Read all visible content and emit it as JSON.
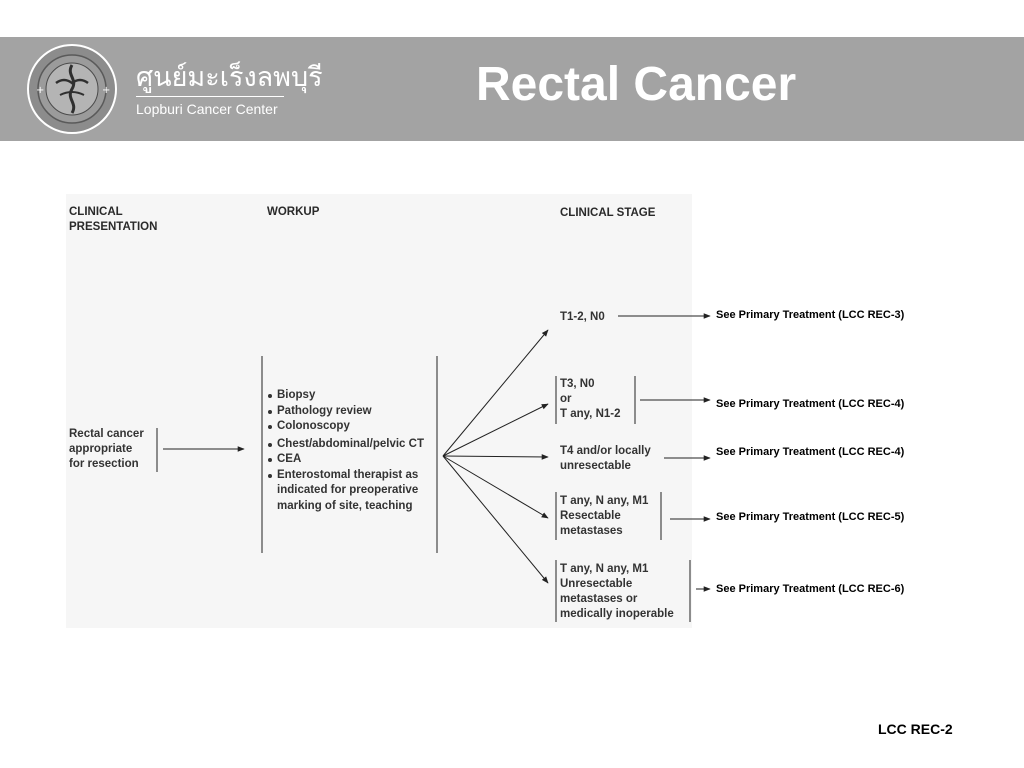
{
  "header": {
    "org_name_thai": "ศูนย์มะเร็งลพบุรี",
    "org_name_en": "Lopburi Cancer Center",
    "title": "Rectal Cancer"
  },
  "columns": {
    "presentation": [
      "CLINICAL",
      "PRESENTATION"
    ],
    "workup": "WORKUP",
    "stage": "CLINICAL STAGE"
  },
  "presentation": [
    "Rectal cancer",
    "appropriate",
    "for resection"
  ],
  "workup_items": [
    {
      "text": "Biopsy",
      "bullet": true
    },
    {
      "text": "Pathology review",
      "bullet": true
    },
    {
      "text": "Colonoscopy",
      "bullet": true
    },
    {
      "text": "Chest/abdominal/pelvic CT",
      "bullet": true
    },
    {
      "text": "CEA",
      "bullet": true
    },
    {
      "text": "Enterostomal therapist as",
      "bullet": true
    },
    {
      "text": "indicated for preoperative",
      "bullet": false
    },
    {
      "text": "marking of site, teaching",
      "bullet": false
    }
  ],
  "stages": [
    {
      "lines": [
        "T1-2, N0"
      ],
      "ref": "See Primary Treatment (LCC REC-3)"
    },
    {
      "lines": [
        "T3, N0",
        "or",
        "T any, N1-2"
      ],
      "ref": "See Primary Treatment (LCC REC-4)"
    },
    {
      "lines": [
        "T4 and/or locally",
        "unresectable"
      ],
      "ref": "See Primary Treatment (LCC REC-4)"
    },
    {
      "lines": [
        "T any, N any, M1",
        "Resectable",
        "metastases"
      ],
      "ref": "See Primary Treatment (LCC REC-5)"
    },
    {
      "lines": [
        "T any, N any, M1",
        "Unresectable",
        "metastases or",
        "medically inoperable"
      ],
      "ref": "See Primary Treatment (LCC REC-6)"
    }
  ],
  "footer": {
    "page_id": "LCC REC-2"
  }
}
